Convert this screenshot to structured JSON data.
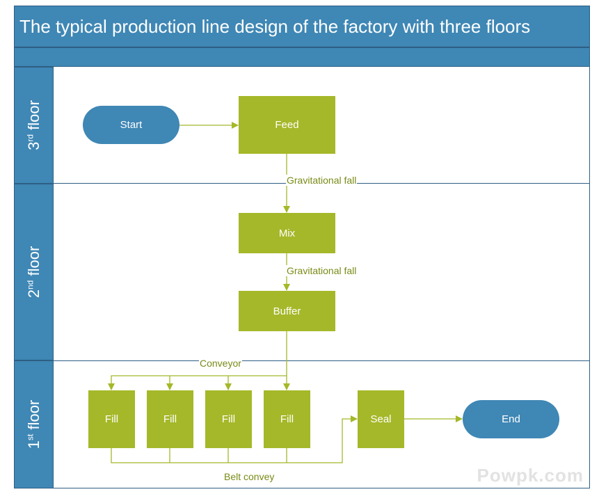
{
  "title": "The typical production line design of the factory with three floors",
  "lanes": {
    "floor3": {
      "num": "3",
      "sup": "rd",
      "word": "floor"
    },
    "floor2": {
      "num": "2",
      "sup": "nd",
      "word": "floor"
    },
    "floor1": {
      "num": "1",
      "sup": "st",
      "word": "floor"
    }
  },
  "nodes": {
    "start": "Start",
    "feed": "Feed",
    "mix": "Mix",
    "buffer": "Buffer",
    "fill": "Fill",
    "seal": "Seal",
    "end": "End"
  },
  "edge_labels": {
    "fall1": "Gravitational fall",
    "fall2": "Gravitational fall",
    "conveyor": "Conveyor",
    "belt": "Belt convey"
  },
  "watermark": "Powpk.com",
  "colors": {
    "header_blue": "#3f87b5",
    "process_green": "#a5b829",
    "connector": "#a5b829",
    "label": "#7a8a16"
  }
}
